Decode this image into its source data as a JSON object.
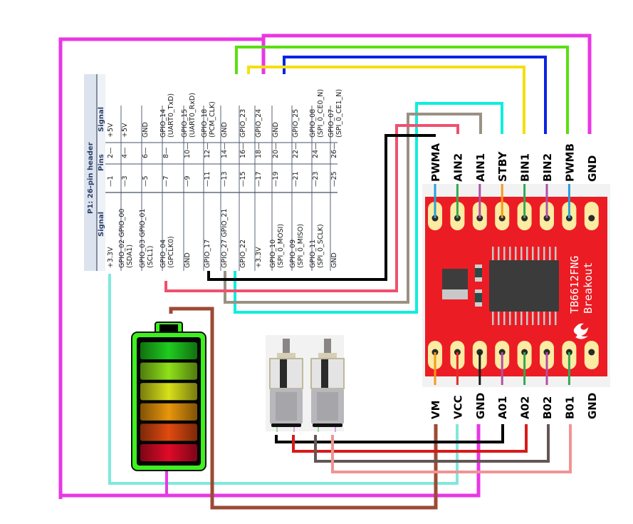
{
  "header": {
    "title": "P1: 26-pin header",
    "col_signal_left": "Signal",
    "col_pins": "Pins",
    "col_signal_right": "Signal",
    "rows": [
      {
        "left": [
          "+3.3V"
        ],
        "pin_odd": "—1",
        "pin_even": "2—",
        "right": [
          "+5V"
        ]
      },
      {
        "left": [
          "GPIO_02 GPIO_00",
          "(SDA1)"
        ],
        "pin_odd": "—3",
        "pin_even": "4—",
        "right": [
          "+5V"
        ]
      },
      {
        "left": [
          "GPIO_03 GPIO_01",
          "(SCL1)"
        ],
        "pin_odd": "—5",
        "pin_even": "6—",
        "right": [
          "GND"
        ]
      },
      {
        "left": [
          "GPIO_04",
          "(GPCLK0)"
        ],
        "pin_odd": "—7",
        "pin_even": "8—",
        "right": [
          "GPIO_14",
          "(UART0_TxD)"
        ]
      },
      {
        "left": [
          "GND"
        ],
        "pin_odd": "—9",
        "pin_even": "10—",
        "right": [
          "GPIO_15",
          "(UART0_RxD)"
        ]
      },
      {
        "left": [
          "GPIO_17"
        ],
        "pin_odd": "—11",
        "pin_even": "12—",
        "right": [
          "GPIO_18",
          "(PCM_CLK)"
        ]
      },
      {
        "left": [
          "GPIO_27 GPIO_21"
        ],
        "pin_odd": "—13",
        "pin_even": "14—",
        "right": [
          "GND"
        ]
      },
      {
        "left": [
          "GPIO_22"
        ],
        "pin_odd": "—15",
        "pin_even": "16—",
        "right": [
          "GPIO_23"
        ]
      },
      {
        "left": [
          "+3.3V"
        ],
        "pin_odd": "—17",
        "pin_even": "18—",
        "right": [
          "GPIO_24"
        ]
      },
      {
        "left": [
          "GPIO_10",
          "(SPI_0_MOSI)"
        ],
        "pin_odd": "—19",
        "pin_even": "20—",
        "right": [
          "GND"
        ]
      },
      {
        "left": [
          "GPIO_09",
          "(SPI_0_MISO)"
        ],
        "pin_odd": "—21",
        "pin_even": "22—",
        "right": [
          "GPIO_25"
        ]
      },
      {
        "left": [
          "GPIO_11",
          "(SPI_0_SCLK)"
        ],
        "pin_odd": "—23",
        "pin_even": "24—",
        "right": [
          "GPIO_08",
          "(SPI_0_CE0_N)"
        ]
      },
      {
        "left": [
          "GND"
        ],
        "pin_odd": "—25",
        "pin_even": "26—",
        "right": [
          "GPIO_07",
          "(SPI_0_CE1_N)"
        ]
      }
    ]
  },
  "board": {
    "name": "TB6612FNG",
    "subtitle": "Breakout",
    "top_pins": [
      "PWMA",
      "AIN2",
      "AIN1",
      "STBY",
      "BIN1",
      "BIN2",
      "PWMB",
      "GND"
    ],
    "bottom_pins": [
      "VM",
      "VCC",
      "GND",
      "A01",
      "A02",
      "B02",
      "B01",
      "GND"
    ],
    "top_lead_colors": [
      "#2a9fd8",
      "#33a852",
      "#b04fa8",
      "#f39a1e",
      "#33a852",
      "#b04fa8",
      "#2a9fd8",
      null
    ],
    "bottom_lead_colors": [
      "#f39a1e",
      "#e52b2b",
      "#1a1a1a",
      "#b04fa8",
      "#33a852",
      "#b04fa8",
      "#33a852",
      null
    ],
    "pcb_color": "#ec1c24",
    "pad_color": "#fbeba3"
  },
  "battery": {
    "segments": [
      "#1ecc1e",
      "#8fe01a",
      "#d8e01a",
      "#e8960c",
      "#e04a10",
      "#e00a28"
    ],
    "frame_color": "#3ef01e"
  },
  "motors": {
    "count": 2
  },
  "wires": {
    "colors": {
      "magenta": "#e838e4",
      "green": "#58e010",
      "blue": "#0a24e0",
      "yellow": "#f4e010",
      "cyan": "#10eedc",
      "grey": "#9a9084",
      "pink": "#f0506e",
      "black": "#000000",
      "aqua": "#80e8dc",
      "brown": "#9c4a36",
      "red": "#d81a1a",
      "darkgrey": "#645656",
      "salmon": "#f09494"
    }
  }
}
